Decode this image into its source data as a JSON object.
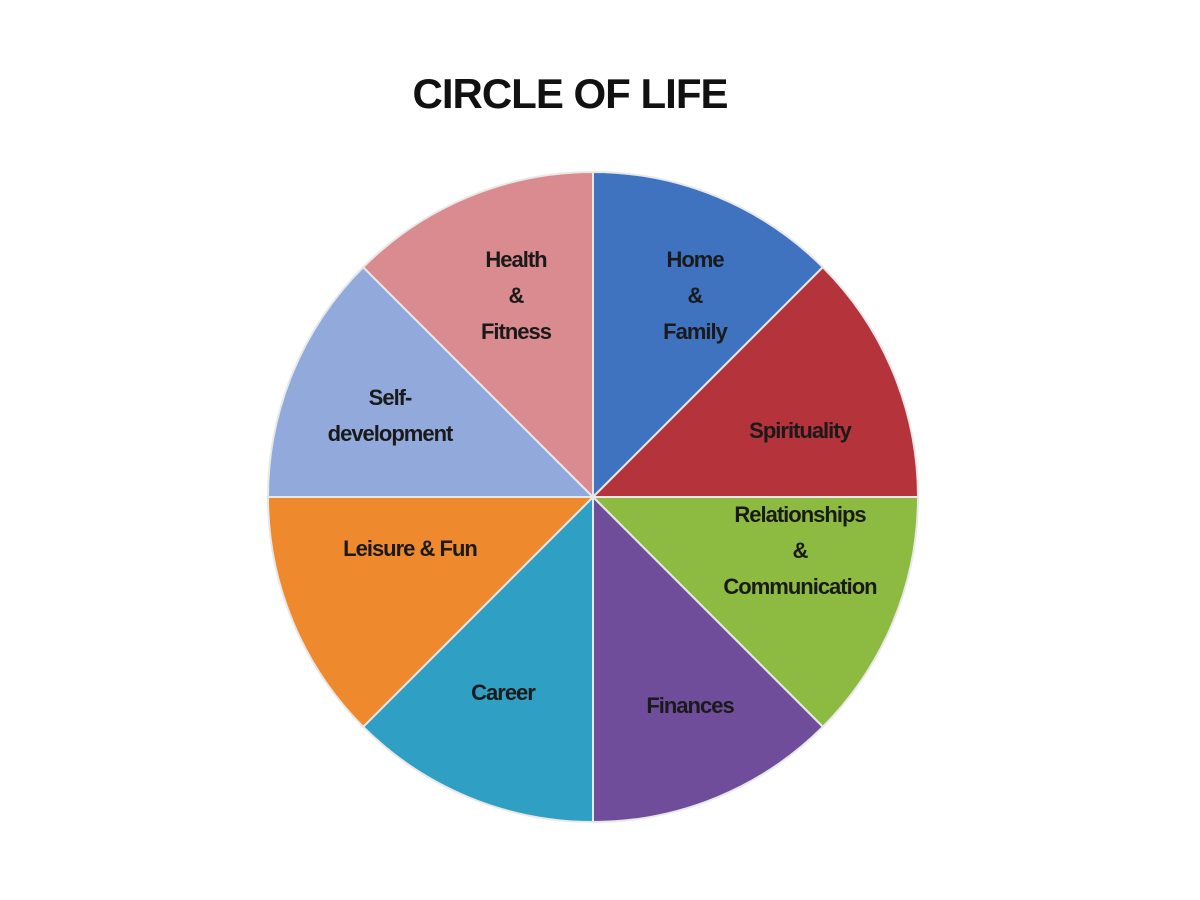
{
  "chart_data": {
    "type": "pie",
    "title": "CIRCLE OF LIFE",
    "slices": [
      {
        "label": [
          "Home",
          "&",
          "Family"
        ],
        "value": 1,
        "color": "#3f72bf"
      },
      {
        "label": [
          "Spirituality"
        ],
        "value": 1,
        "color": "#b5333a"
      },
      {
        "label": [
          "Relationships",
          "&",
          "Communication"
        ],
        "value": 1,
        "color": "#8dbb42"
      },
      {
        "label": [
          "Finances"
        ],
        "value": 1,
        "color": "#6f4d9b"
      },
      {
        "label": [
          "Career"
        ],
        "value": 1,
        "color": "#2f9fc3"
      },
      {
        "label": [
          "Leisure & Fun"
        ],
        "value": 1,
        "color": "#ee8a2d"
      },
      {
        "label": [
          "Self-",
          "development"
        ],
        "value": 1,
        "color": "#91a9db"
      },
      {
        "label": [
          "Health",
          "&",
          "Fitness"
        ],
        "value": 1,
        "color": "#d98b8f"
      }
    ],
    "start_angle": "top",
    "direction": "clockwise",
    "legend": "none"
  }
}
